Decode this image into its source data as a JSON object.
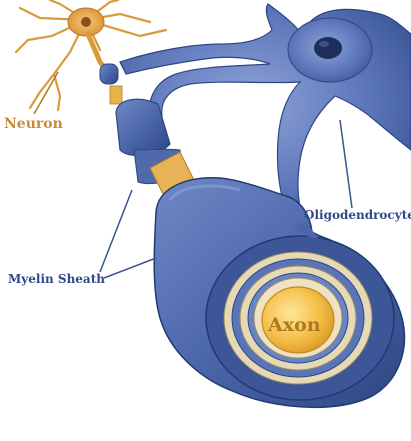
{
  "diagram": {
    "labels": {
      "neuron": "Neuron",
      "oligodendrocyte": "Oligodendrocyte",
      "myelin_sheath": "Myelin Sheath",
      "axon": "Axon"
    },
    "colors": {
      "neuron_label": "#c58a3a",
      "neuron_body": "#e9a94a",
      "oligo_body": "#5a74b8",
      "oligo_dark": "#34508f",
      "myelin_light": "#e8dcb8",
      "axon_fill": "#f4c14a",
      "leader_line": "#3a5590",
      "label_blue": "#2f4a86",
      "axon_label": "#b07820"
    }
  }
}
